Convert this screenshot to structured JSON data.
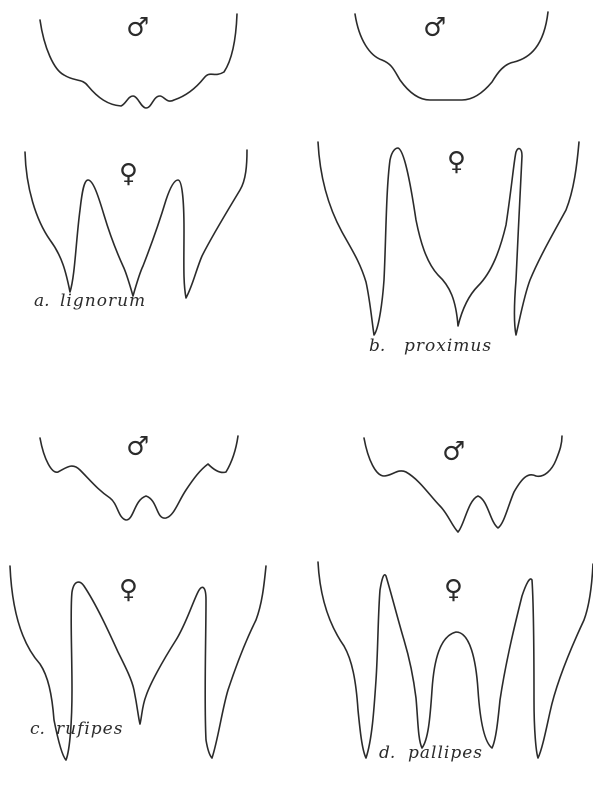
{
  "symbols": {
    "male": "♂",
    "female": "♀"
  },
  "panels": [
    {
      "letter": "a.",
      "name": "lignorum"
    },
    {
      "letter": "b.",
      "name": "proximus"
    },
    {
      "letter": "c.",
      "name": "rufipes"
    },
    {
      "letter": "d.",
      "name": "pallipes"
    }
  ]
}
